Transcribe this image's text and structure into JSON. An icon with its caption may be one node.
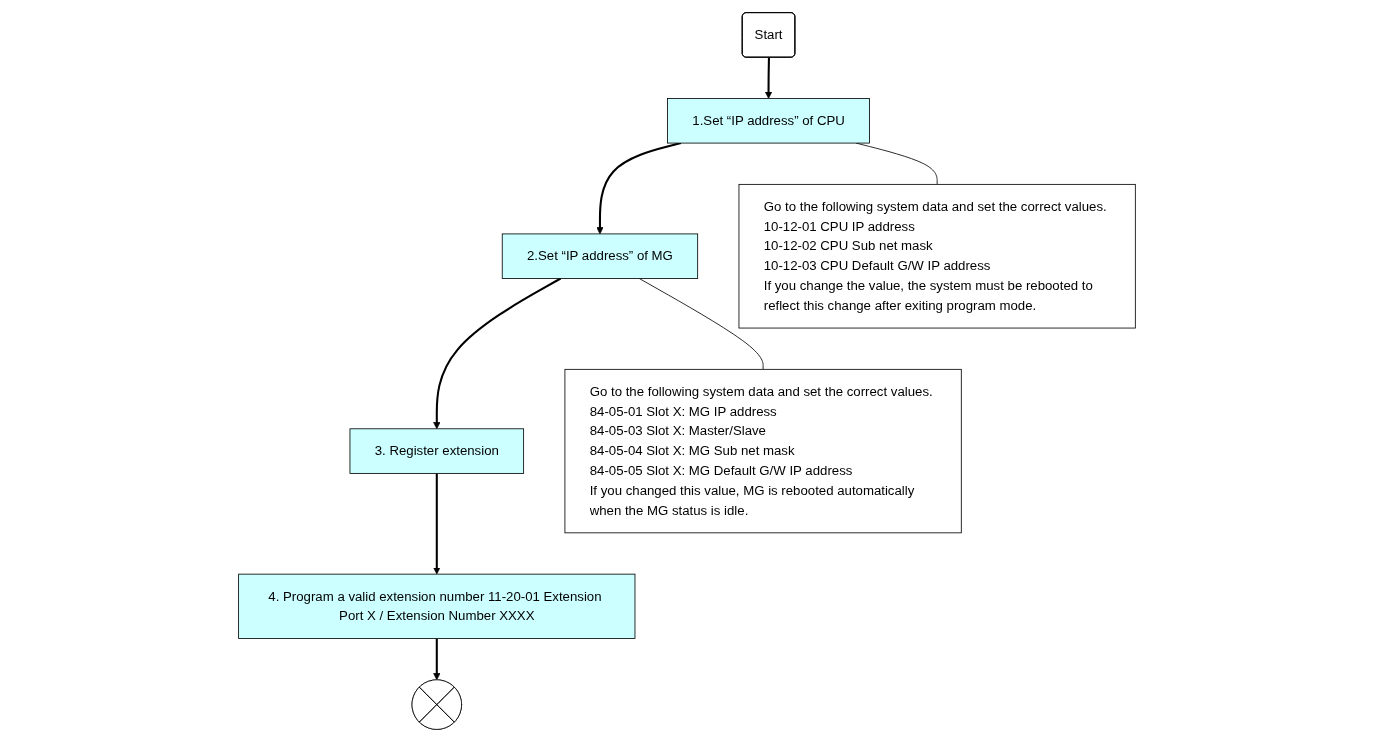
{
  "diagram": {
    "nodes": [
      {
        "text": [
          "Start"
        ]
      },
      {
        "text": [
          "1.Set “IP address” of CPU"
        ]
      },
      {
        "text": [
          "2.Set “IP address” of MG"
        ]
      },
      {
        "text": [
          "3. Register extension"
        ]
      },
      {
        "text": [
          "4. Program a valid extension number 11-20-01 Extension Port X / Extension Number XXXX"
        ]
      },
      {
        "text": [],
        "shape": "circle"
      },
      {
        "text": [
          "Go to the following system data and set the correct values.",
          "10-12-01 CPU IP address",
          "10-12-02 CPU Sub net mask",
          "10-12-03 CPU Default G/W IP address",
          "If you change the value, the system must be rebooted to reflect this change after exiting program mode."
        ]
      },
      {
        "text": [
          "Go to the following system data and set the correct values.",
          "84-05-01 Slot X: MG IP address",
          "84-05-03 Slot X: Master/Slave",
          "84-05-04 Slot X: MG Sub net mask",
          "84-05-05 Slot X: MG Default G/W IP address",
          "If you changed this value, MG is rebooted automatically when the MG status is idle."
        ]
      }
    ],
    "edges": [
      {
        "from": 0,
        "to": 1,
        "arrow": "to"
      },
      {
        "from": 1,
        "to": 2,
        "arrow": "to"
      },
      {
        "from": 2,
        "to": 3,
        "arrow": "to"
      },
      {
        "from": 3,
        "to": 4,
        "arrow": "to"
      },
      {
        "from": 4,
        "to": 5,
        "arrow": "to"
      },
      {
        "from": 1,
        "to": 6,
        "arrow": "none"
      },
      {
        "from": 2,
        "to": 7,
        "arrow": "none"
      }
    ]
  }
}
